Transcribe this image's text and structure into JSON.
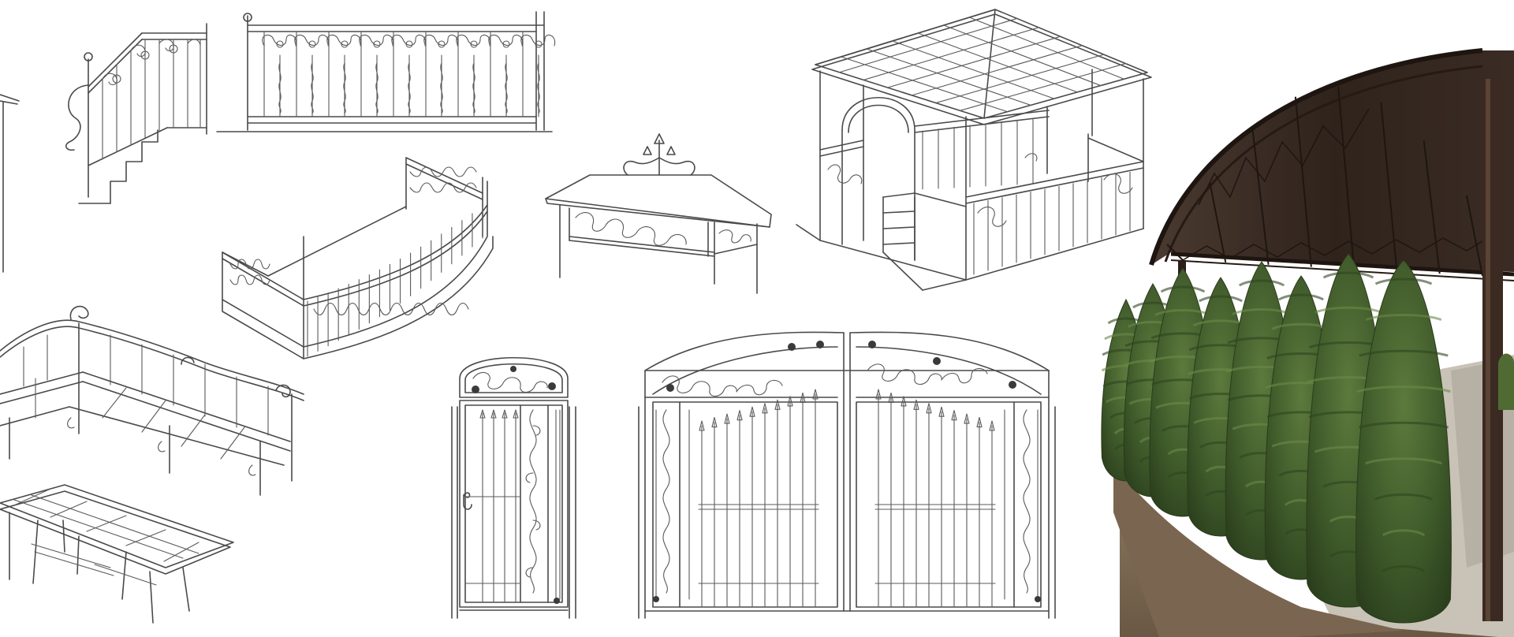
{
  "image": {
    "kind": "collage of wrought-iron design line drawings and a photo of a carport with thuja hedge",
    "elements": [
      "staircase-railing-drawing",
      "balcony-railing-drawing",
      "curved-balcony-drawing",
      "roof-canopy-drawing",
      "gazebo-drawing",
      "corner-bench-drawing",
      "table-frame-drawing",
      "wicket-gate-drawing",
      "double-swing-gate-drawing",
      "carport-with-thuja-photo"
    ]
  },
  "colors": {
    "background": "#ffffff",
    "line": "#4a4a4a",
    "roof": "#3b2a22",
    "roof_frame": "#2c201a",
    "thuja": "#3f5a2a",
    "soil": "#7a6650"
  }
}
